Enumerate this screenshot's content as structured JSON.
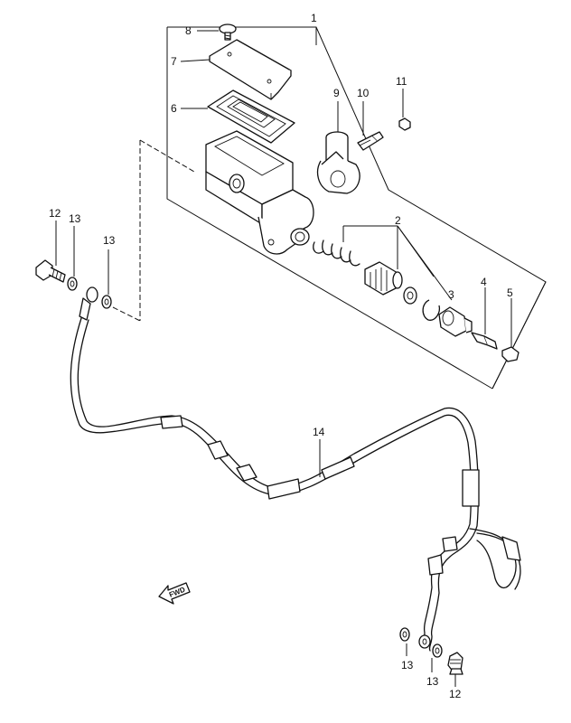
{
  "callouts": {
    "p1": "1",
    "p2": "2",
    "p3": "3",
    "p4": "4",
    "p5": "5",
    "p6": "6",
    "p7": "7",
    "p8": "8",
    "p9": "9",
    "p10": "10",
    "p11": "11",
    "p12_top": "12",
    "p13_top_a": "13",
    "p13_top_b": "13",
    "p14": "14",
    "p13_bot_a": "13",
    "p13_bot_b": "13",
    "p12_bot": "12"
  },
  "fwd_label": "FWD",
  "icons": {
    "fwd_arrow": "fwd-arrow-icon"
  }
}
